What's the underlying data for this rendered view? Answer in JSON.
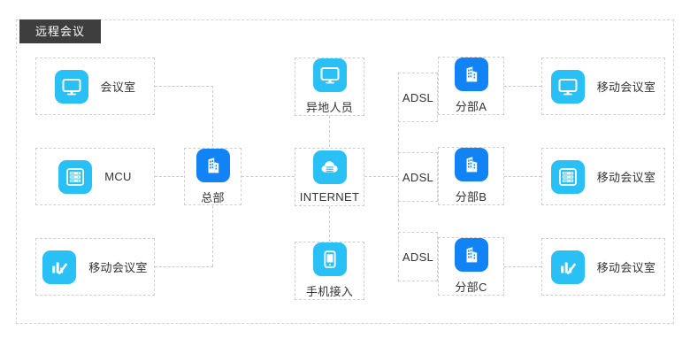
{
  "diagram": {
    "title": "远程会议",
    "accent_cyan": "#29c1f5",
    "accent_blue": "#1283f5",
    "title_bg": "#3e3e3e",
    "line_color": "#c9c9c9",
    "nodes": [
      {
        "id": "meeting-room",
        "label": "会议室",
        "icon": "monitor-icon",
        "icon_color": "cyan",
        "layout": "horiz"
      },
      {
        "id": "mcu",
        "label": "MCU",
        "icon": "server-icon",
        "icon_color": "cyan",
        "layout": "horiz"
      },
      {
        "id": "mobile-room-left",
        "label": "移动会议室",
        "icon": "waveform-icon",
        "icon_color": "cyan",
        "layout": "horiz"
      },
      {
        "id": "headquarters",
        "label": "总部",
        "icon": "building-icon",
        "icon_color": "blue",
        "layout": "vert"
      },
      {
        "id": "remote-staff",
        "label": "异地人员",
        "icon": "monitor-icon",
        "icon_color": "cyan",
        "layout": "vert"
      },
      {
        "id": "internet",
        "label": "INTERNET",
        "icon": "cloud-icon",
        "icon_color": "cyan",
        "layout": "vert"
      },
      {
        "id": "mobile-access",
        "label": "手机接入",
        "icon": "phone-icon",
        "icon_color": "cyan",
        "layout": "vert"
      },
      {
        "id": "branch-a",
        "label": "分部A",
        "icon": "building-icon",
        "icon_color": "blue",
        "layout": "vert"
      },
      {
        "id": "branch-b",
        "label": "分部B",
        "icon": "building-icon",
        "icon_color": "blue",
        "layout": "vert"
      },
      {
        "id": "branch-c",
        "label": "分部C",
        "icon": "building-icon",
        "icon_color": "blue",
        "layout": "vert"
      },
      {
        "id": "mobile-room-a",
        "label": "移动会议室",
        "icon": "monitor-icon",
        "icon_color": "cyan",
        "layout": "horiz"
      },
      {
        "id": "mobile-room-b",
        "label": "移动会议室",
        "icon": "server-icon",
        "icon_color": "cyan",
        "layout": "horiz"
      },
      {
        "id": "mobile-room-c",
        "label": "移动会议室",
        "icon": "waveform-icon",
        "icon_color": "cyan",
        "layout": "horiz"
      }
    ],
    "link_labels": [
      {
        "id": "adsl-a",
        "label": "ADSL"
      },
      {
        "id": "adsl-b",
        "label": "ADSL"
      },
      {
        "id": "adsl-c",
        "label": "ADSL"
      }
    ]
  }
}
